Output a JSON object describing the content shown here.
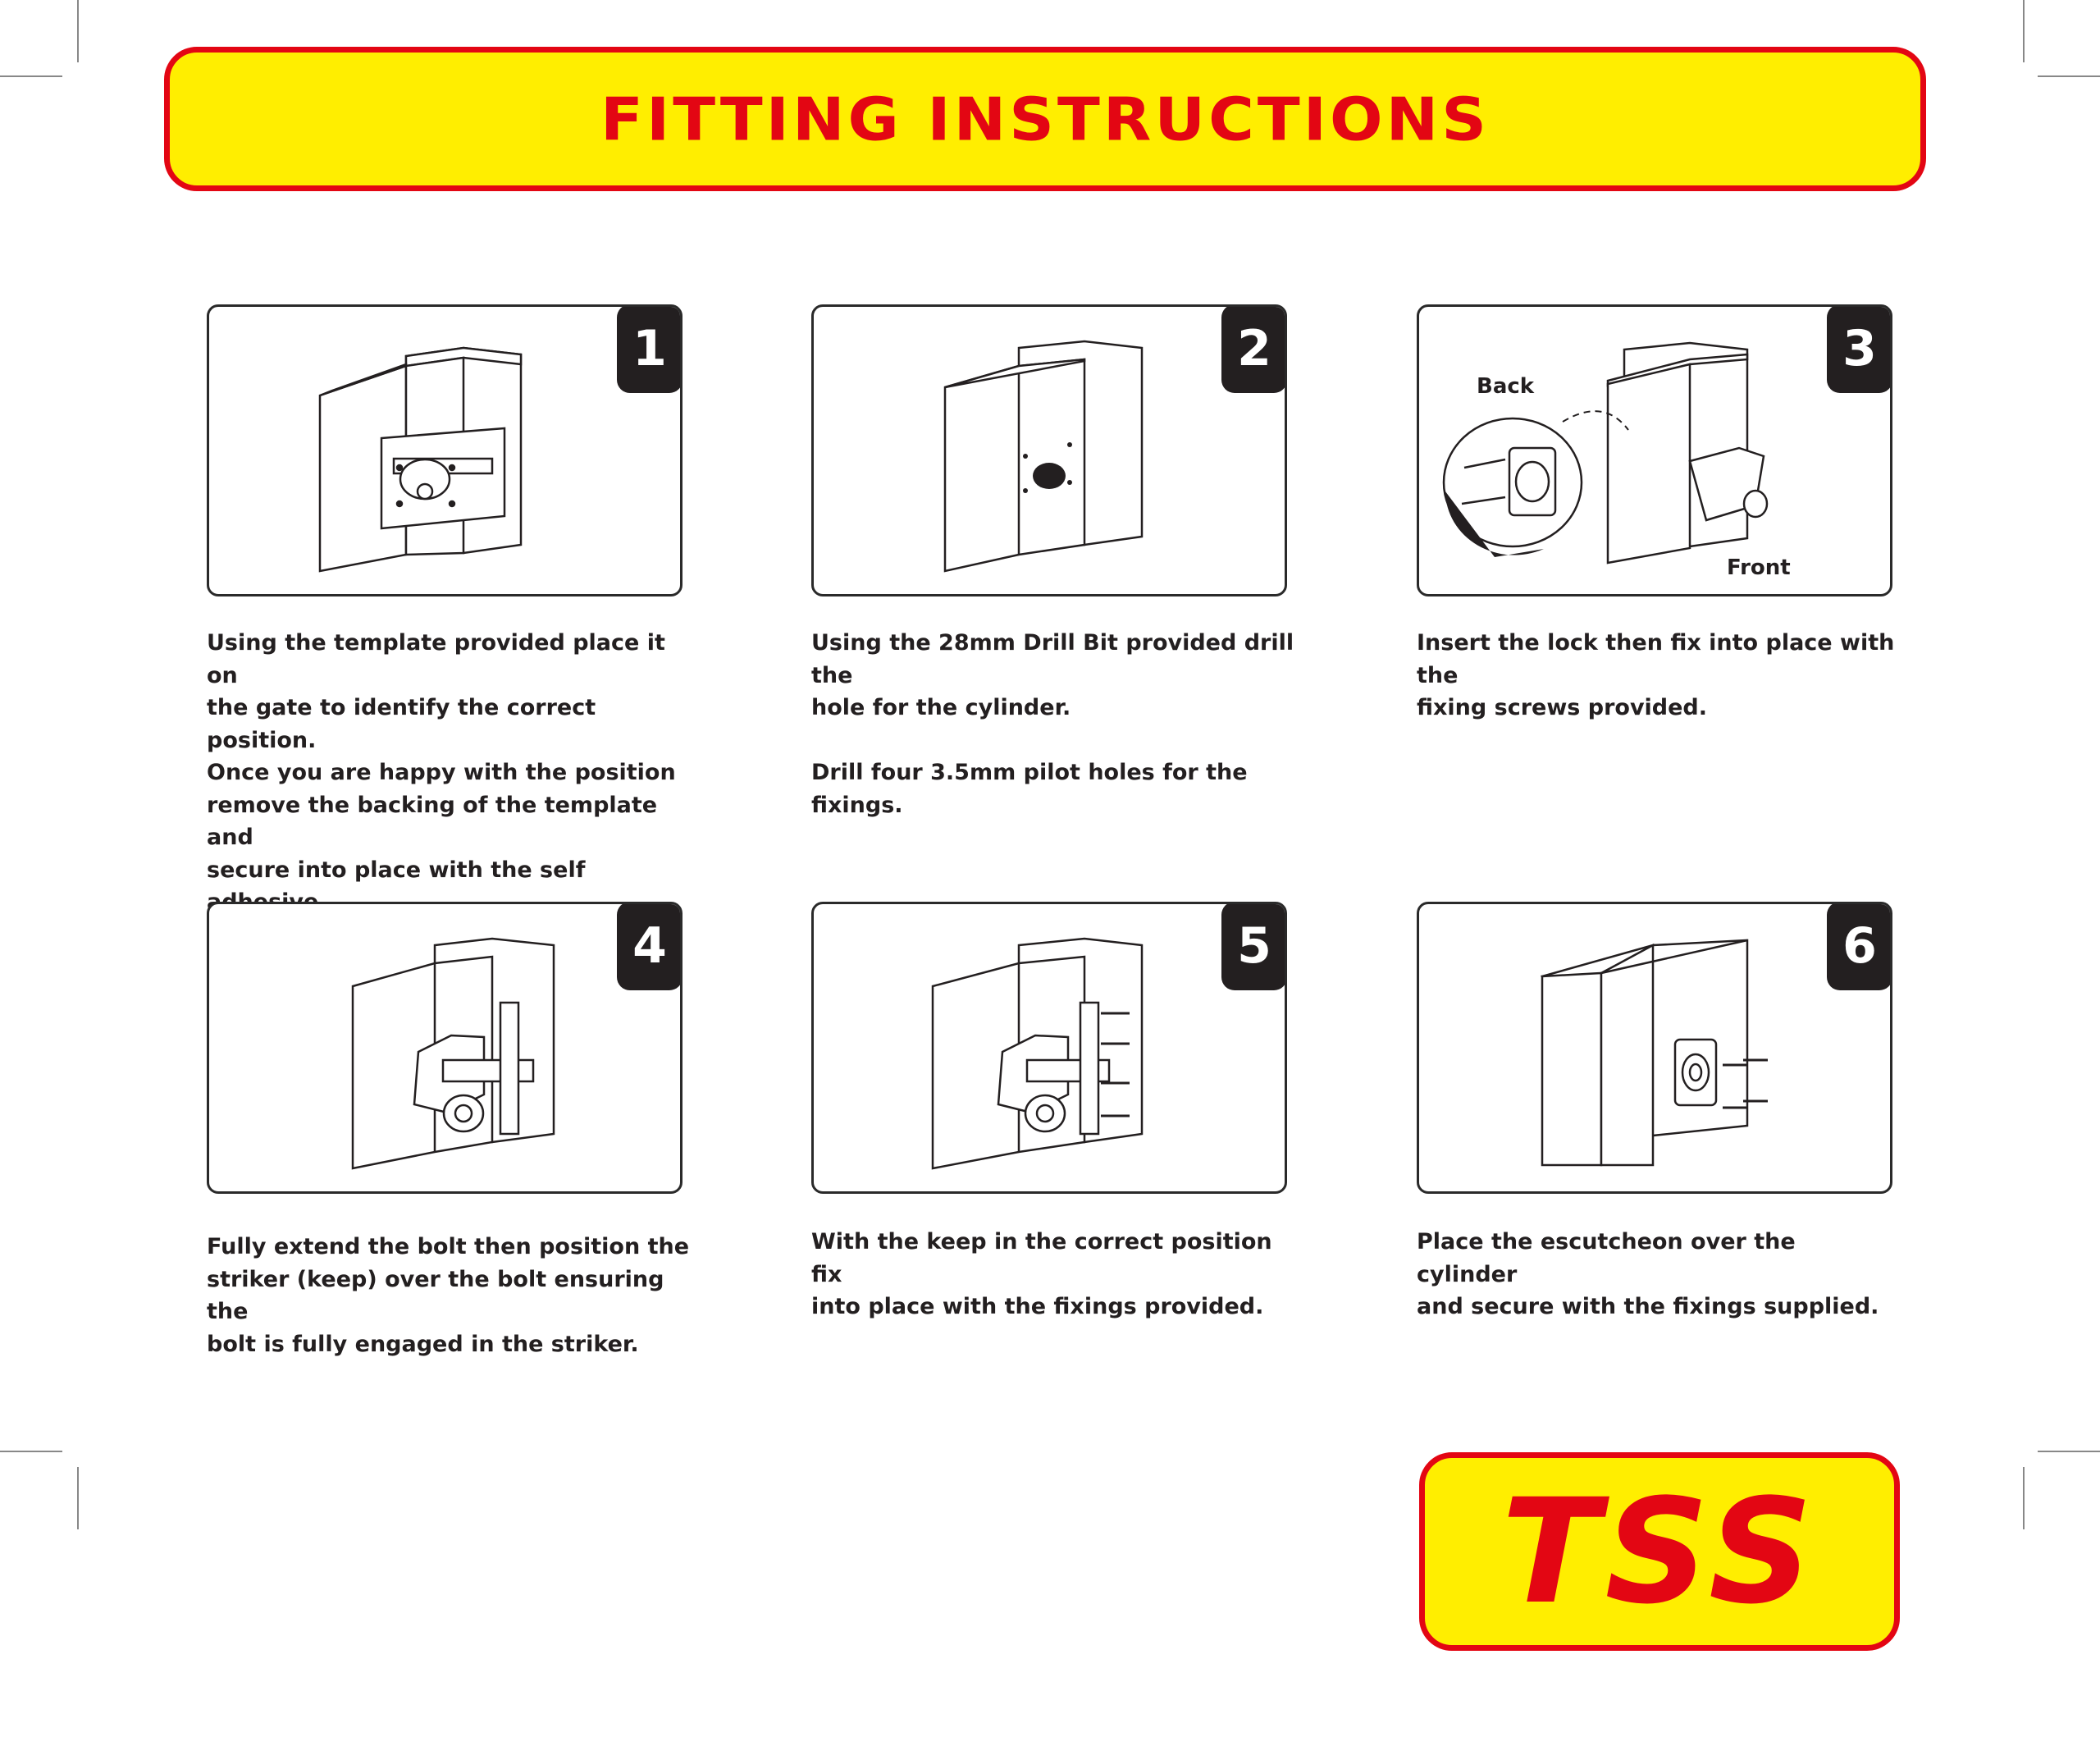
{
  "header": {
    "title": "FITTING INSTRUCTIONS"
  },
  "steps": [
    {
      "number": "1",
      "text": "Using the template provided place it on\nthe gate to identify the correct position.\nOnce you are happy with the position\nremove the backing of the template and\nsecure into place with the self adhesive\nbacking and mark the hole positions for\nthe cylinder and fixing screws."
    },
    {
      "number": "2",
      "text": "Using the 28mm Drill Bit provided drill the\nhole for the cylinder.\n\nDrill four 3.5mm pilot holes for the fixings."
    },
    {
      "number": "3",
      "text": "Insert the lock then fix into place with the\nfixing screws provided.",
      "labels": {
        "back": "Back",
        "front": "Front"
      }
    },
    {
      "number": "4",
      "text": "Fully extend the bolt then position the\nstriker (keep) over the bolt ensuring the\nbolt is fully engaged in the striker."
    },
    {
      "number": "5",
      "text": "With the keep in the correct position fix\ninto place with the fixings provided."
    },
    {
      "number": "6",
      "text": "Place the escutcheon over the cylinder\nand secure with the fixings supplied."
    }
  ],
  "logo": {
    "text": "TSS"
  },
  "colors": {
    "brand_red": "#e30613",
    "brand_yellow": "#ffee00",
    "badge_dark": "#231f20"
  }
}
